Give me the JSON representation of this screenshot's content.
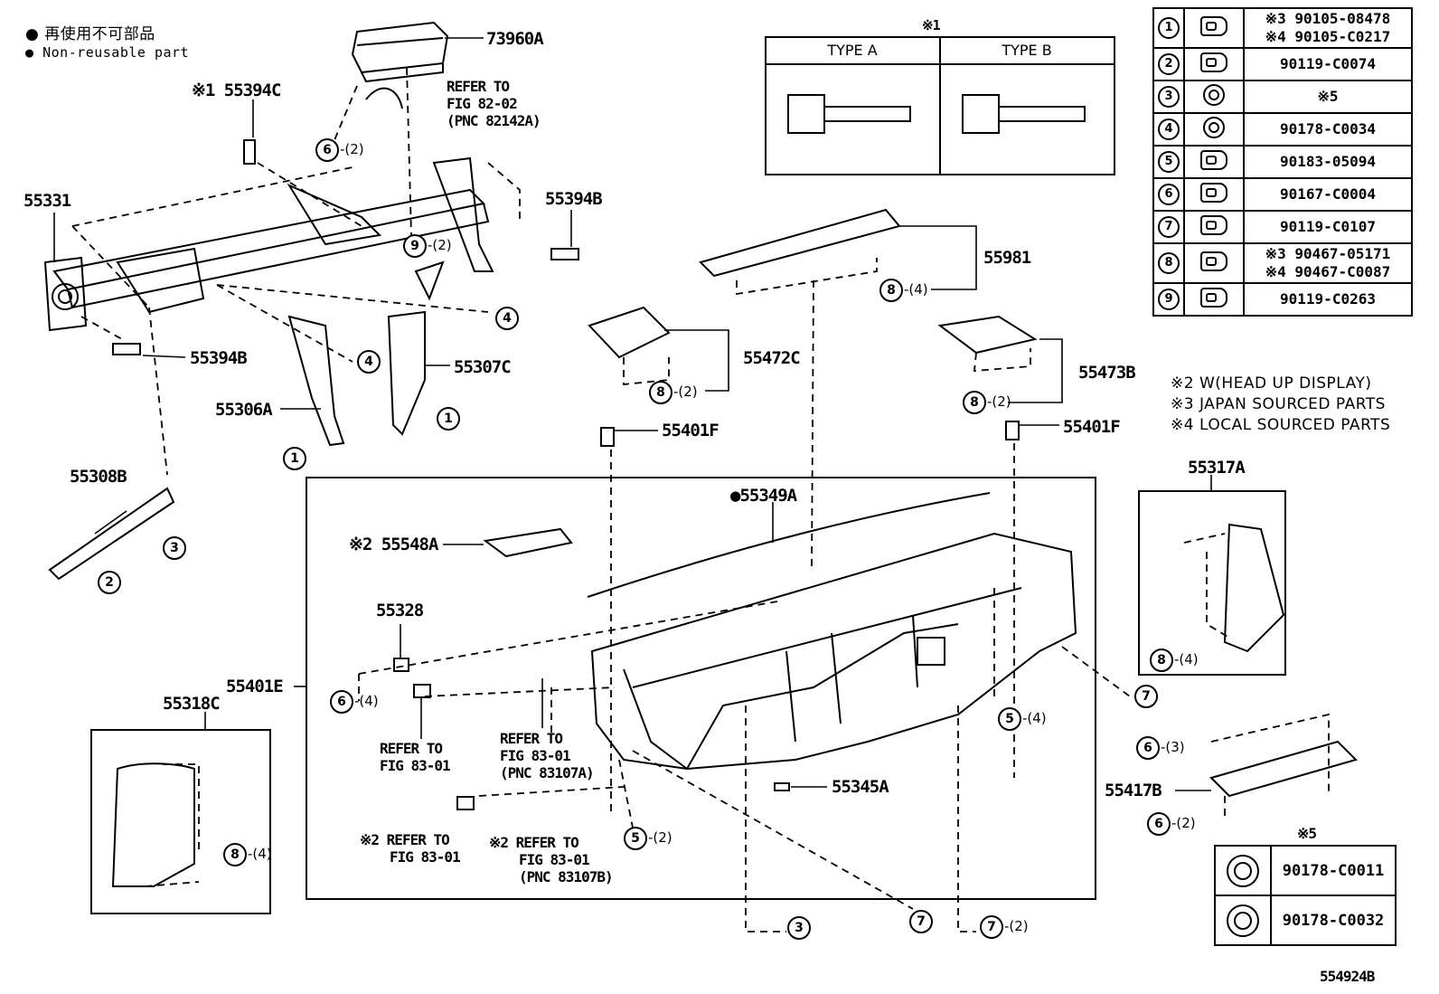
{
  "legend": {
    "jp_text": "再使用不可部品",
    "en_text": "Non-reusable part"
  },
  "type_box": {
    "mark": "※1",
    "type_a": "TYPE A",
    "type_b": "TYPE B"
  },
  "fastener_table": [
    {
      "ref": "1",
      "icon": "bolt-icon",
      "l1": "※3 90105-08478",
      "l2": "※4 90105-C0217"
    },
    {
      "ref": "2",
      "icon": "bolt-icon",
      "l1": "90119-C0074",
      "l2": ""
    },
    {
      "ref": "3",
      "icon": "nut-icon",
      "l1": "※5",
      "l2": ""
    },
    {
      "ref": "4",
      "icon": "nut-icon",
      "l1": "90178-C0034",
      "l2": ""
    },
    {
      "ref": "5",
      "icon": "clip-icon",
      "l1": "90183-05094",
      "l2": ""
    },
    {
      "ref": "6",
      "icon": "bolt-icon",
      "l1": "90167-C0004",
      "l2": ""
    },
    {
      "ref": "7",
      "icon": "bolt-icon",
      "l1": "90119-C0107",
      "l2": ""
    },
    {
      "ref": "8",
      "icon": "clip-icon",
      "l1": "※3 90467-05171",
      "l2": "※4 90467-C0087"
    },
    {
      "ref": "9",
      "icon": "bolt-icon",
      "l1": "90119-C0263",
      "l2": ""
    }
  ],
  "notes": {
    "n2": "※2 W(HEAD UP DISPLAY)",
    "n3": "※3 JAPAN SOURCED PARTS",
    "n4": "※4 LOCAL SOURCED PARTS"
  },
  "s5_table": {
    "mark": "※5",
    "rows": [
      "90178-C0011",
      "90178-C0032"
    ]
  },
  "parts": {
    "p73960A": "73960A",
    "p55394C": "※1 55394C",
    "p55331": "55331",
    "p55394B_top": "55394B",
    "p55394B_left": "55394B",
    "p55307C": "55307C",
    "p55306A": "55306A",
    "p55308B": "55308B",
    "p55981": "55981",
    "p55472C": "55472C",
    "p55473B": "55473B",
    "p55401F_l": "55401F",
    "p55401F_r": "55401F",
    "p55349A": "●55349A",
    "p55548A": "※2 55548A",
    "p55328": "55328",
    "p55401E": "55401E",
    "p55318C": "55318C",
    "p55345A": "55345A",
    "p55317A": "55317A",
    "p55417B": "55417B",
    "footer_code": "554924B"
  },
  "refs": {
    "r1": "REFER TO",
    "r1b": "FIG 82-02",
    "r1c": "(PNC 82142A)",
    "r2": "REFER TO",
    "r2b": "FIG 83-01",
    "r3": "REFER TO",
    "r3b": "FIG 83-01",
    "r3c": "(PNC 83107A)",
    "r4": "※2 REFER TO",
    "r4b": "FIG 83-01",
    "r5": "※2 REFER TO",
    "r5b": "FIG 83-01",
    "r5c": "(PNC 83107B)"
  },
  "callouts": [
    {
      "n": "6",
      "q": "-(2)"
    },
    {
      "n": "9",
      "q": "-(2)"
    },
    {
      "n": "4",
      "q": ""
    },
    {
      "n": "4",
      "q": ""
    },
    {
      "n": "1",
      "q": ""
    },
    {
      "n": "1",
      "q": ""
    },
    {
      "n": "3",
      "q": ""
    },
    {
      "n": "2",
      "q": ""
    },
    {
      "n": "8",
      "q": "-(4)"
    },
    {
      "n": "8",
      "q": "-(2)"
    },
    {
      "n": "8",
      "q": "-(2)"
    },
    {
      "n": "6",
      "q": "-(4)"
    },
    {
      "n": "5",
      "q": "-(4)"
    },
    {
      "n": "5",
      "q": "-(2)"
    },
    {
      "n": "7",
      "q": ""
    },
    {
      "n": "3",
      "q": ""
    },
    {
      "n": "7",
      "q": "-(2)"
    },
    {
      "n": "8",
      "q": "-(4)"
    },
    {
      "n": "8",
      "q": "-(4)"
    },
    {
      "n": "7",
      "q": ""
    },
    {
      "n": "6",
      "q": "-(3)"
    },
    {
      "n": "6",
      "q": "-(2)"
    }
  ]
}
